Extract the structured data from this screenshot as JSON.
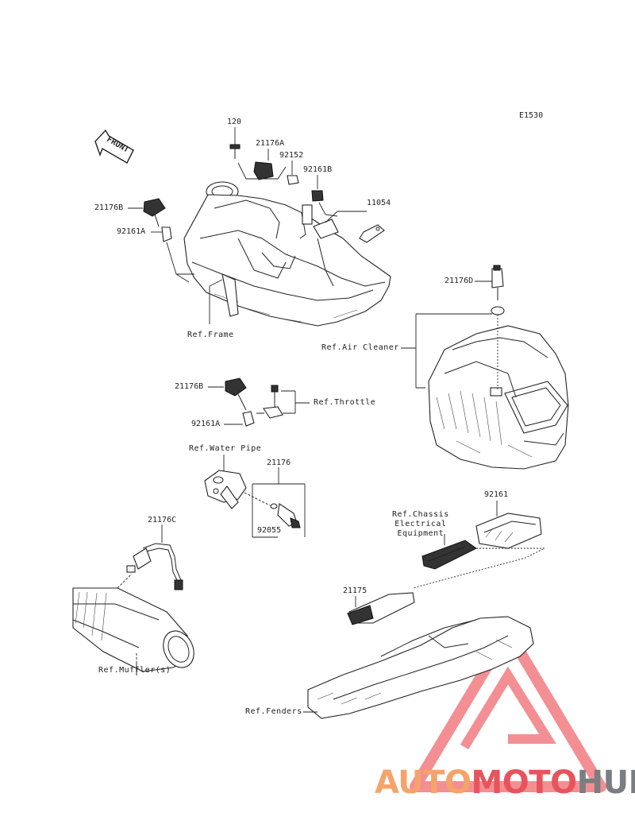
{
  "diagram_code": "E1530",
  "front_marker": "FRONT",
  "labels": {
    "p120": "120",
    "p21176A": "21176A",
    "p92152": "92152",
    "p92161B": "92161B",
    "p11054": "11054",
    "p21176B_top": "21176B",
    "p92161A_top": "92161A",
    "ref_frame": "Ref.Frame",
    "p21176D": "21176D",
    "ref_air_cleaner": "Ref.Air Cleaner",
    "p21176B_mid": "21176B",
    "ref_throttle": "Ref.Throttle",
    "p92161A_mid": "92161A",
    "ref_water_pipe": "Ref.Water Pipe",
    "p21176": "21176",
    "p92055": "92055",
    "p21176C": "21176C",
    "p92161": "92161",
    "ref_chassis": "Ref.Chassis\nElectrical\nEquipment",
    "p21175": "21175",
    "ref_mufflers": "Ref.Muffler(s)",
    "ref_fenders": "Ref.Fenders"
  },
  "watermark": {
    "part1": "AUTO",
    "part2": "MOTO",
    "part3": "HUB",
    "color1": "#f5a36a",
    "color2": "#e8535c",
    "color3": "#7a7d82"
  }
}
